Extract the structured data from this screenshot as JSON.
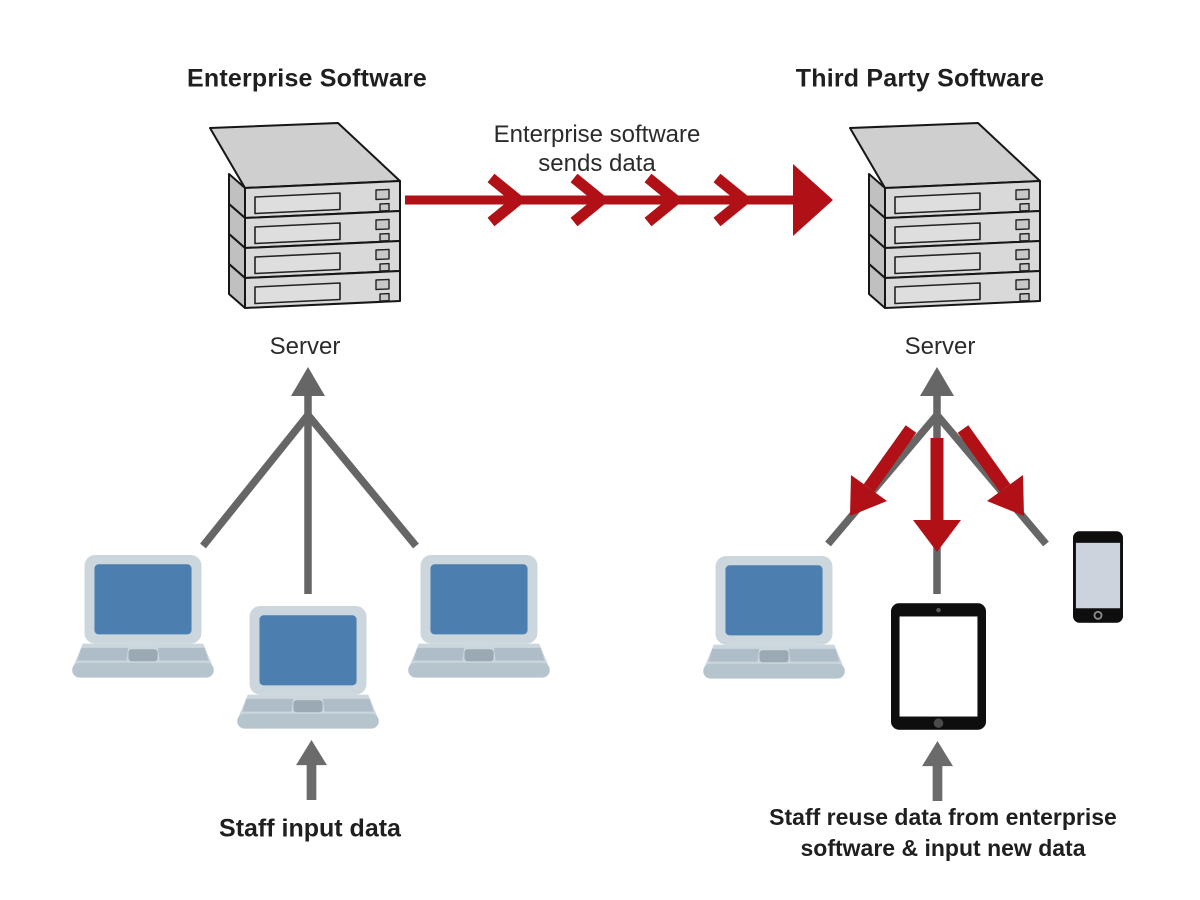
{
  "diagram": {
    "left": {
      "title": "Enterprise Software",
      "server_label": "Server",
      "server_icon": "server-stack-icon",
      "devices": [
        "laptop",
        "laptop",
        "laptop"
      ],
      "input_label": "Staff input data"
    },
    "right": {
      "title": "Third Party Software",
      "server_label": "Server",
      "server_icon": "server-stack-icon",
      "devices": [
        "laptop",
        "tablet",
        "smartphone"
      ],
      "input_label_line1": "Staff reuse data from enterprise",
      "input_label_line2": "software & input new data"
    },
    "flow": {
      "label_line1": "Enterprise software",
      "label_line2": "sends data"
    },
    "colors": {
      "red": "#b11116",
      "connector_gray": "#666666",
      "arrow_gray": "#6b6b6b",
      "text": "#1f1f1f",
      "server_face": "#d9d9d9",
      "server_top": "#cfcfcf",
      "server_side": "#c0c0c0",
      "laptop_frame": "#ccd6dd",
      "laptop_screen": "#4c7fb0",
      "device_black": "#0e0e0e"
    }
  }
}
